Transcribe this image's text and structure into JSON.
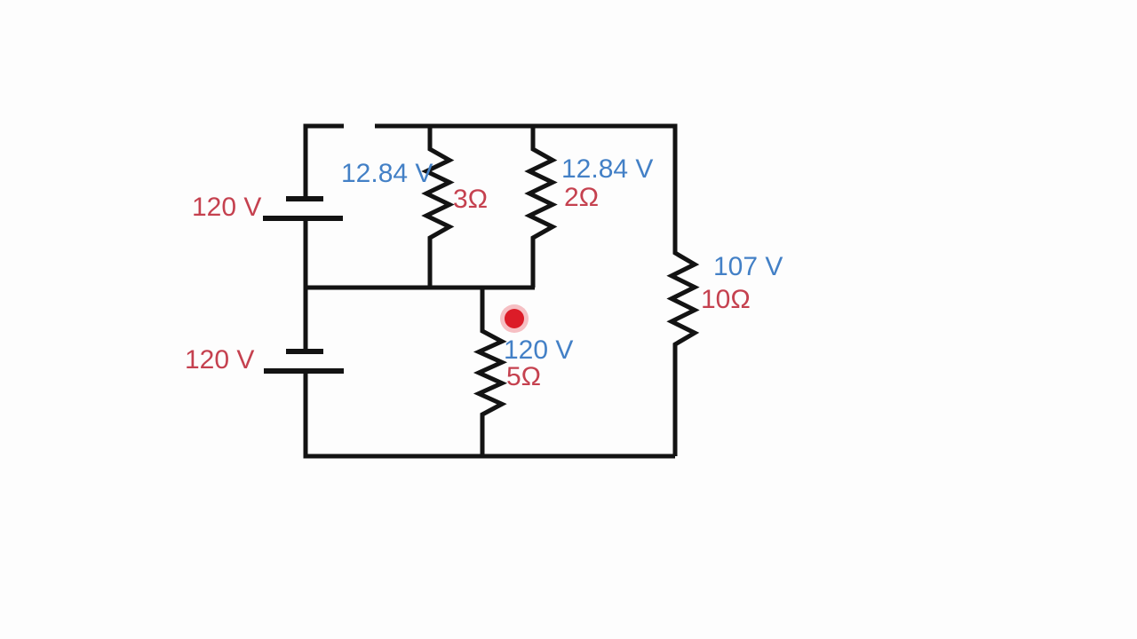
{
  "colors": {
    "background": "#fdfdfd",
    "wire": "#131313",
    "component_value_red": "#c5414f",
    "measured_voltage_blue": "#4380c6",
    "marker_core": "#dc1c28",
    "marker_halo": "rgba(235, 90, 99, 0.38)"
  },
  "components": {
    "battery_top": {
      "emf": "120 V"
    },
    "battery_bottom": {
      "emf": "120 V"
    },
    "resistor_3ohm": {
      "voltage": "12.84 V",
      "resistance": "3Ω"
    },
    "resistor_2ohm": {
      "voltage": "12.84 V",
      "resistance": "2Ω"
    },
    "resistor_10ohm": {
      "voltage": "107 V",
      "resistance": "10Ω"
    },
    "resistor_5ohm": {
      "voltage": "120 V",
      "resistance": "5Ω"
    }
  }
}
